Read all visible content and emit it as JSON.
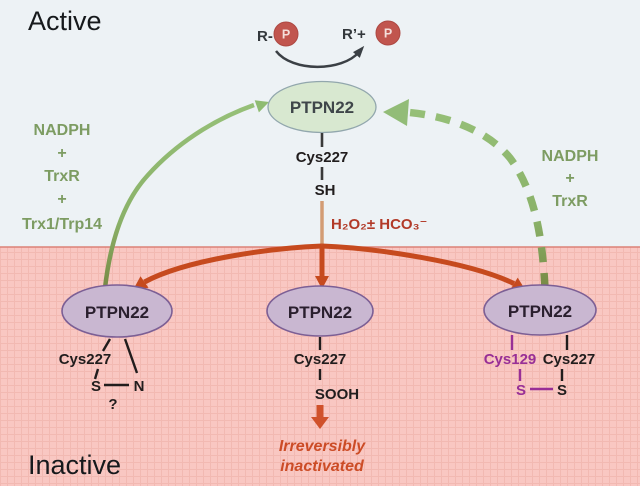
{
  "labels": {
    "active": "Active",
    "inactive": "Inactive"
  },
  "reaction": {
    "substrate": "R-",
    "product": "R’+",
    "phosphate": "P"
  },
  "enzyme": {
    "name": "PTPN22",
    "residue": "Cys227",
    "thiol": "SH"
  },
  "oxidant": {
    "formula": "H₂O₂± HCO₃⁻"
  },
  "reduction_left": {
    "lines": [
      "NADPH",
      "+",
      "TrxR",
      "+",
      "Trx1/Trp14"
    ]
  },
  "reduction_right": {
    "lines": [
      "NADPH",
      "+",
      "TrxR"
    ]
  },
  "forms": {
    "left": {
      "name": "PTPN22",
      "residue": "Cys227",
      "atom_s": "S",
      "atom_n": "N",
      "uncertain": "?"
    },
    "middle": {
      "name": "PTPN22",
      "residue": "Cys227",
      "group": "SOOH",
      "note1": "Irreversibly",
      "note2": "inactivated"
    },
    "right": {
      "name": "PTPN22",
      "residue_a": "Cys129",
      "residue_b": "Cys227",
      "atom_sa": "S",
      "atom_sb": "S"
    }
  },
  "colors": {
    "background_top": "#edf2f5",
    "background_bottom": "#f9c7c2",
    "boundary_line": "#dc8177",
    "active_ellipse_fill": "#d8e8d0",
    "active_ellipse_stroke": "#92a7ad",
    "inactive_ellipse_fill": "#c9b7d1",
    "inactive_ellipse_stroke": "#7c5f95",
    "green_arrow": "#93bd76",
    "green_arrow_dark": "#75833f",
    "red_arrow": "#c64a1e",
    "tan_line": "#d39c74",
    "oxidant_text": "#b23a28",
    "pathway_text": "#7d9c62",
    "disulfide_purple": "#982f96",
    "phosphate_fill": "#c1554e",
    "irreversible_text": "#cc4c26"
  }
}
